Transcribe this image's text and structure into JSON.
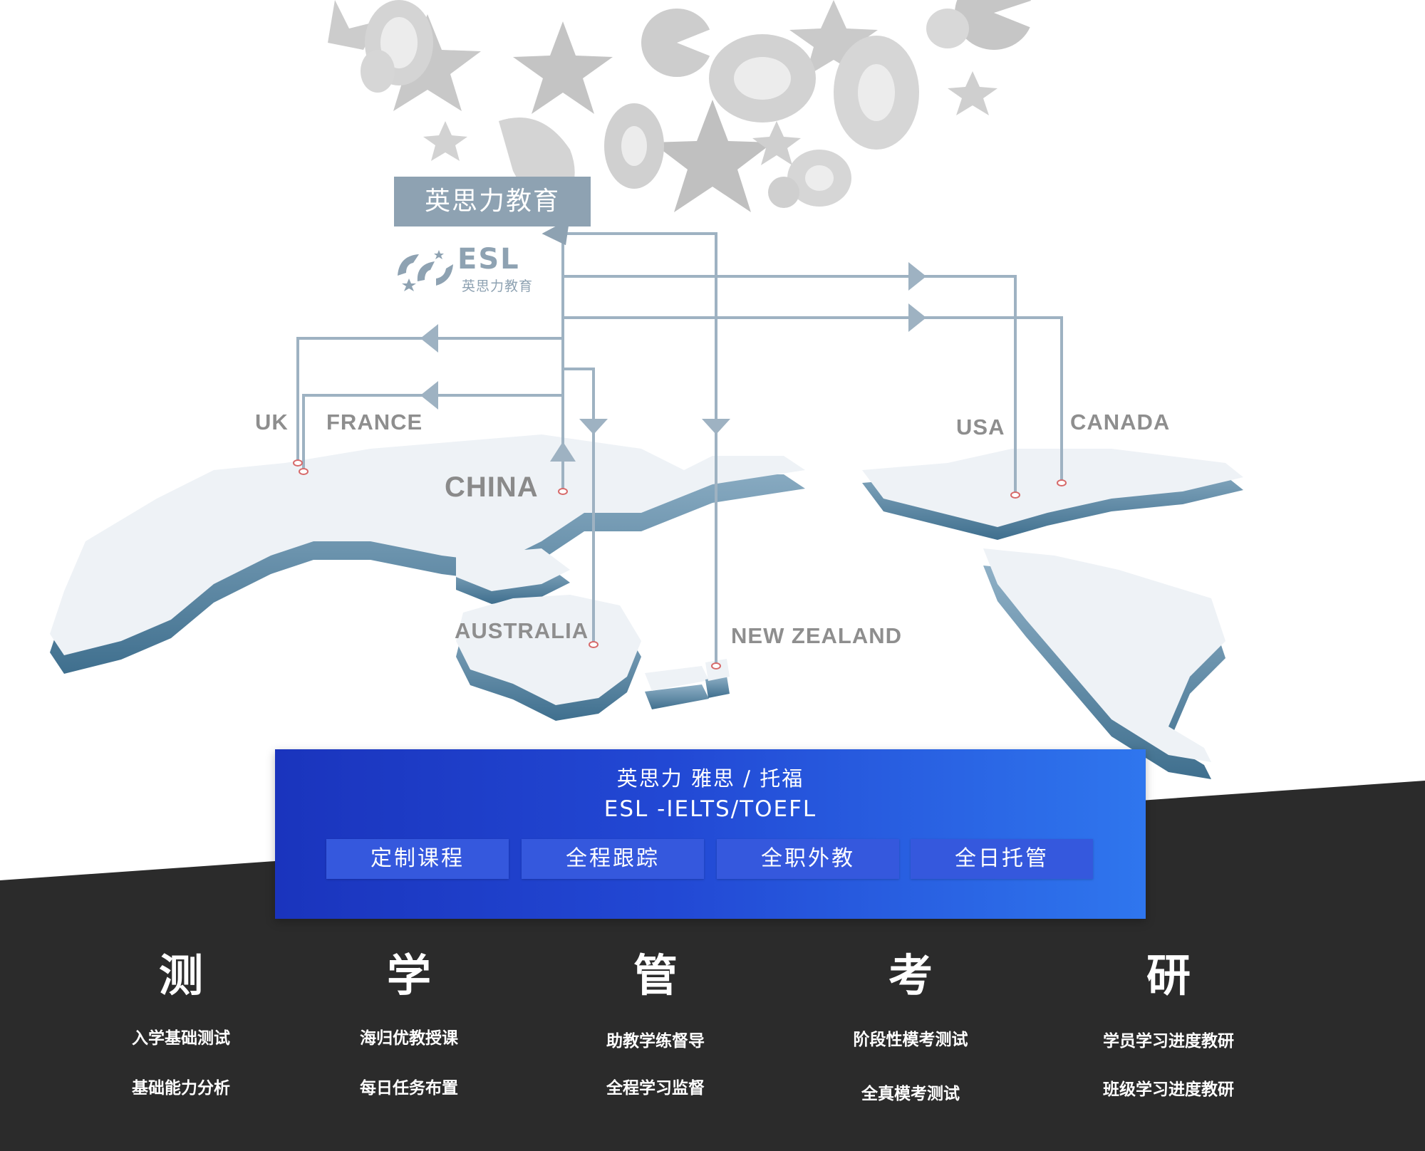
{
  "tag": {
    "label": "英思力教育"
  },
  "logo": {
    "word": "ESL",
    "sub": "英思力教育"
  },
  "countries": {
    "uk": "UK",
    "france": "FRANCE",
    "china": "CHINA",
    "usa": "USA",
    "canada": "CANADA",
    "australia": "AUSTRALIA",
    "new_zealand": "NEW ZEALAND"
  },
  "panel": {
    "title": "英思力 雅思 / 托福",
    "subtitle": "ESL -IELTS/TOEFL",
    "buttons": [
      "定制课程",
      "全程跟踪",
      "全职外教",
      "全日托管"
    ]
  },
  "columns": [
    {
      "head": "测",
      "items": [
        "入学基础测试",
        "基础能力分析"
      ]
    },
    {
      "head": "学",
      "items": [
        "海归优教授课",
        "每日任务布置"
      ]
    },
    {
      "head": "管",
      "items": [
        "助教学练督导",
        "全程学习监督"
      ]
    },
    {
      "head": "考",
      "items": [
        "阶段性模考测试",
        "全真模考测试"
      ]
    },
    {
      "head": "研",
      "items": [
        "学员学习进度教研",
        "班级学习进度教研"
      ]
    }
  ],
  "colors": {
    "accent_blue": "#2248d4",
    "line": "#9eb2c2",
    "dark_band": "#2b2b2b",
    "map_face": "#eef2f6",
    "map_edge": "#5f8ba8"
  }
}
